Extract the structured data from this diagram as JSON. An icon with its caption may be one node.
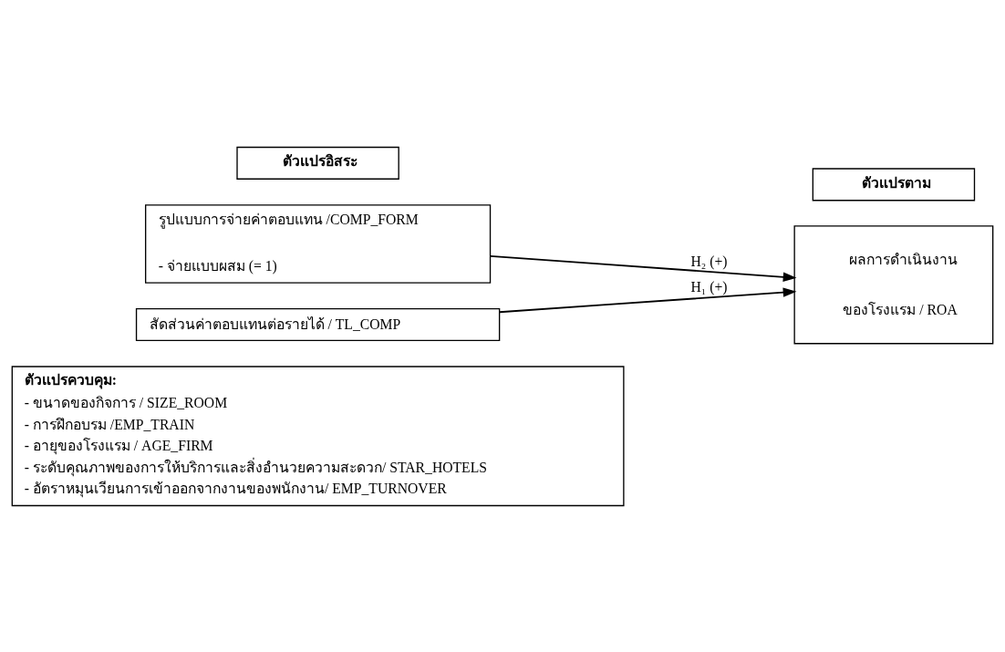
{
  "diagram": {
    "nodes": [
      {
        "text": [
          "ตัวแปรอิสระ"
        ]
      },
      {
        "text": [
          "ตัวแปรตาม"
        ]
      },
      {
        "text": [
          "สัดส่วนค่าตอบแทนต่อรายได้ / TL_COMP"
        ]
      },
      {
        "text": [
          "รูปแบบการจ่ายค่าตอบแทน /COMP_FORM",
          "- จ่ายแบบผสม (= 1)"
        ]
      },
      {
        "text": [
          "ผลการดำเนินงาน ของโรงแรม / ROA"
        ]
      },
      {
        "text": [
          "ตัวแปรควบคุม:",
          "- ขนาดของกิจการ / SIZE_ROOM",
          "- การฝึกอบรม /EMP_TRAIN",
          "- อายุของโรงแรม / AGE_FIRM",
          "- ระดับคุณภาพของการให้บริการและสิ่งอำนวยความสะดวก/ STAR_HOTELS",
          "- อัตราหมุนเวียนการเข้าออกจากงานของพนักงาน/ EMP_TURNOVER"
        ]
      }
    ],
    "edges": [
      {
        "from": 2,
        "to": 4,
        "arrow": "to",
        "label": "H₁ (+)"
      },
      {
        "from": 3,
        "to": 4,
        "arrow": "to",
        "label": "H₂ (+)"
      }
    ]
  }
}
